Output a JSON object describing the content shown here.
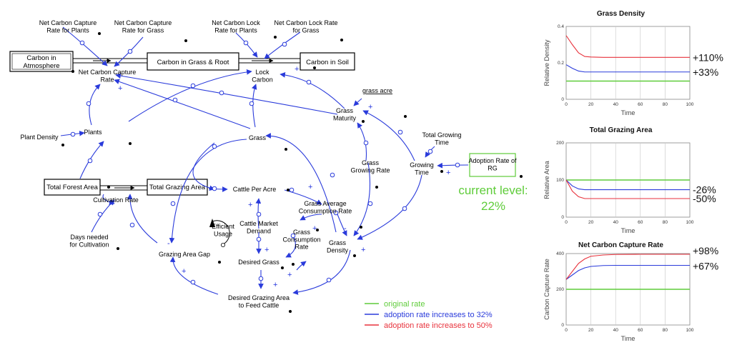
{
  "stocks": {
    "carbon_atmosphere": "Carbon in\nAtmosphere",
    "carbon_grass_root": "Carbon in Grass & Root",
    "carbon_soil": "Carbon in Soil",
    "total_forest_area": "Total Forest Area",
    "total_grazing_area": "Total Grazing Area"
  },
  "variables": {
    "ncc_rate_plants": "Net Carbon Capture\nRate for Plants",
    "ncc_rate_grass": "Net Carbon Capture\nRate for Grass",
    "ncl_rate_plants": "Net Carbon Lock\nRate for Plants",
    "ncl_rate_grass": "Net Carbon Lock Rate\nfor Grass",
    "ncc_rate": "Net Carbon Capture\nRate",
    "lock_carbon": "Lock\nCarbon",
    "grass_acre": "grass acre",
    "grass_maturity": "Grass\nMaturity",
    "plant_density": "Plant Density",
    "plants": "Plants",
    "grass": "Grass",
    "total_growing_time": "Total Growing\nTime",
    "grass_growing_rate": "Grass\nGrowing Rate",
    "growing_time": "Growing\nTime",
    "adoption_rate": "Adoption Rate of\nRG",
    "cattle_per_acre": "Cattle Per Acre",
    "grass_avg_consumption": "Grass Average\nConsumption Rate",
    "cultivation_rate": "Cultivation Rate",
    "efficient_usage": "Efficient\nUsage",
    "cattle_market_demand": "Cattle Market\nDemand",
    "grass_consumption_rate": "Grass\nConsumption\nRate",
    "grass_density": "Grass\nDensity",
    "days_needed": "Days needed\nfor Cultivation",
    "grazing_area_gap": "Grazing Area Gap",
    "desired_grass": "Desired Grass",
    "desired_grazing_area": "Desired Grazing Area\nto Feed Cattle"
  },
  "current_level": {
    "label": "current level:",
    "value": "22%"
  },
  "legend": [
    {
      "label": "original rate",
      "color": "#5fcc3a"
    },
    {
      "label": "adoption rate increases to 32%",
      "color": "#2a3bdb"
    },
    {
      "label": "adoption rate increases to 50%",
      "color": "#e8323c"
    }
  ],
  "chart_data": [
    {
      "type": "line",
      "title": "Grass Density",
      "xlabel": "Time",
      "ylabel": "Relative Density",
      "xlim": [
        0,
        100
      ],
      "ylim": [
        0,
        0.4
      ],
      "xticks": [
        0,
        20,
        40,
        60,
        80,
        100
      ],
      "yticks": [
        0,
        0.2,
        0.4
      ],
      "grid": "vertical",
      "x": [
        0,
        5,
        10,
        15,
        20,
        30,
        40,
        60,
        80,
        100
      ],
      "series": [
        {
          "color": "#5fcc3a",
          "values": [
            0.1,
            0.1,
            0.1,
            0.1,
            0.1,
            0.1,
            0.1,
            0.1,
            0.1,
            0.1
          ]
        },
        {
          "color": "#2a3bdb",
          "values": [
            0.19,
            0.17,
            0.155,
            0.15,
            0.15,
            0.15,
            0.15,
            0.15,
            0.15,
            0.15
          ]
        },
        {
          "color": "#e8323c",
          "values": [
            0.35,
            0.3,
            0.255,
            0.235,
            0.232,
            0.23,
            0.23,
            0.23,
            0.23,
            0.23
          ]
        }
      ],
      "annotations": [
        "+110%",
        "+33%"
      ]
    },
    {
      "type": "line",
      "title": "Total Grazing Area",
      "xlabel": "Time",
      "ylabel": "Relative Area",
      "xlim": [
        0,
        100
      ],
      "ylim": [
        0,
        200
      ],
      "xticks": [
        0,
        20,
        40,
        60,
        80,
        100
      ],
      "yticks": [
        0,
        100,
        200
      ],
      "grid": "vertical",
      "x": [
        0,
        5,
        10,
        15,
        20,
        30,
        40,
        60,
        80,
        100
      ],
      "series": [
        {
          "color": "#5fcc3a",
          "values": [
            100,
            100,
            100,
            100,
            100,
            100,
            100,
            100,
            100,
            100
          ]
        },
        {
          "color": "#2a3bdb",
          "values": [
            100,
            84,
            76,
            74,
            74,
            74,
            74,
            74,
            74,
            74
          ]
        },
        {
          "color": "#e8323c",
          "values": [
            100,
            70,
            55,
            50,
            50,
            50,
            50,
            50,
            50,
            50
          ]
        }
      ],
      "annotations": [
        "-26%",
        "-50%"
      ]
    },
    {
      "type": "line",
      "title": "Net Carbon Capture Rate",
      "xlabel": "Time",
      "ylabel": "Carbon Capture Rate",
      "xlim": [
        0,
        100
      ],
      "ylim": [
        0,
        400
      ],
      "xticks": [
        0,
        20,
        40,
        60,
        80,
        100
      ],
      "yticks": [
        0,
        200,
        400
      ],
      "grid": "vertical",
      "x": [
        0,
        5,
        10,
        15,
        20,
        30,
        40,
        60,
        80,
        100
      ],
      "series": [
        {
          "color": "#5fcc3a",
          "values": [
            200,
            200,
            200,
            200,
            200,
            200,
            200,
            200,
            200,
            200
          ]
        },
        {
          "color": "#2a3bdb",
          "values": [
            255,
            280,
            305,
            320,
            328,
            333,
            334,
            334,
            334,
            334
          ]
        },
        {
          "color": "#e8323c",
          "values": [
            255,
            300,
            345,
            370,
            385,
            392,
            395,
            396,
            396,
            396
          ]
        }
      ],
      "annotations": [
        "+98%",
        "+67%"
      ]
    }
  ]
}
